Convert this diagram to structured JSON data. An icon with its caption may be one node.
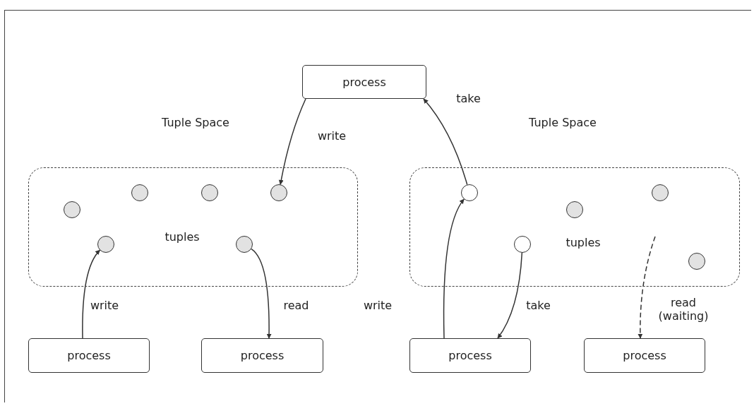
{
  "diagram": {
    "nodes": [
      {
        "text": [
          "process"
        ]
      },
      {
        "text": [
          "Tuple Space",
          "tuples"
        ]
      },
      {
        "text": [],
        "shape": "circle",
        "in": 1
      },
      {
        "text": [],
        "shape": "circle",
        "in": 1
      },
      {
        "text": [],
        "shape": "circle",
        "in": 1
      },
      {
        "text": [],
        "shape": "circle",
        "in": 1
      },
      {
        "text": [],
        "shape": "circle",
        "in": 1
      },
      {
        "text": [],
        "shape": "circle",
        "in": 1
      },
      {
        "text": [
          "Tuple Space",
          "tuples"
        ]
      },
      {
        "text": [],
        "shape": "circle",
        "in": 8
      },
      {
        "text": [],
        "shape": "circle",
        "in": 8
      },
      {
        "text": [],
        "shape": "circle",
        "in": 8
      },
      {
        "text": [],
        "shape": "circle",
        "in": 8
      },
      {
        "text": [],
        "shape": "circle",
        "in": 8
      },
      {
        "text": [
          "process"
        ]
      },
      {
        "text": [
          "process"
        ]
      },
      {
        "text": [
          "process"
        ]
      },
      {
        "text": [
          "process"
        ]
      }
    ],
    "edges": [
      {
        "from": 0,
        "to": 4,
        "arrow": "to",
        "label": "write"
      },
      {
        "from": 14,
        "to": 6,
        "arrow": "to",
        "label": "write"
      },
      {
        "from": 7,
        "to": 15,
        "arrow": "to",
        "label": "read"
      },
      {
        "from": 9,
        "to": 0,
        "arrow": "to",
        "label": "take"
      },
      {
        "from": 16,
        "to": 9,
        "arrow": "to",
        "label": "write"
      },
      {
        "from": 12,
        "to": 16,
        "arrow": "to",
        "label": "take"
      },
      {
        "from": null,
        "to": 17,
        "arrow": "to",
        "label": "read (waiting)",
        "style": "dashed"
      }
    ]
  }
}
